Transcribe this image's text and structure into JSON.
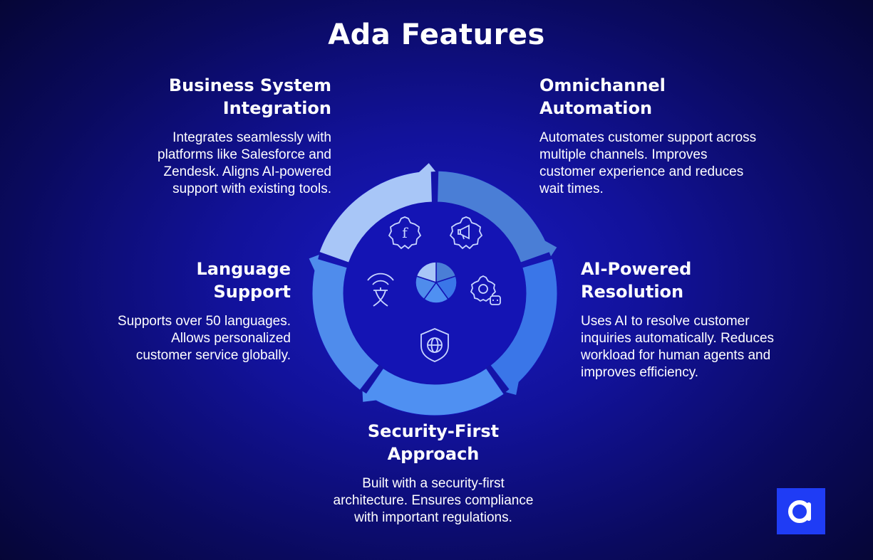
{
  "title": "Ada Features",
  "features": [
    {
      "id": "business",
      "title": "Business System\nIntegration",
      "description": "Integrates seamlessly with\nplatforms like Salesforce and\nZendesk. Aligns AI-powered\nsupport with existing tools."
    },
    {
      "id": "omni",
      "title": "Omnichannel\nAutomation",
      "description": "Automates customer support across\nmultiple channels. Improves\ncustomer experience and reduces\nwait times."
    },
    {
      "id": "ai",
      "title": "AI-Powered\nResolution",
      "description": "Uses AI to resolve customer\ninquiries automatically. Reduces\nworkload for human agents and\nimproves efficiency."
    },
    {
      "id": "security",
      "title": "Security-First\nApproach",
      "description": "Built with a security-first\narchitecture. Ensures compliance\nwith important regulations."
    },
    {
      "id": "language",
      "title": "Language\nSupport",
      "description": "Supports over 50 languages.\nAllows personalized\ncustomer service globally."
    }
  ],
  "wheel": {
    "segment_colors": [
      "#4a7ed6",
      "#3a76e8",
      "#4f90f2",
      "#4f8cec",
      "#a8c6f7"
    ],
    "inner_color": "#1414b4",
    "icons": [
      "gear-f-icon",
      "gear-megaphone-icon",
      "gear-robot-icon",
      "shield-globe-icon",
      "translate-signal-icon",
      "pie-chart-icon"
    ]
  },
  "colors": {
    "background": "#12129a",
    "text": "#ffffff",
    "logo": "#1f3cf5"
  },
  "logo": {
    "icon": "ada-logo-icon"
  }
}
